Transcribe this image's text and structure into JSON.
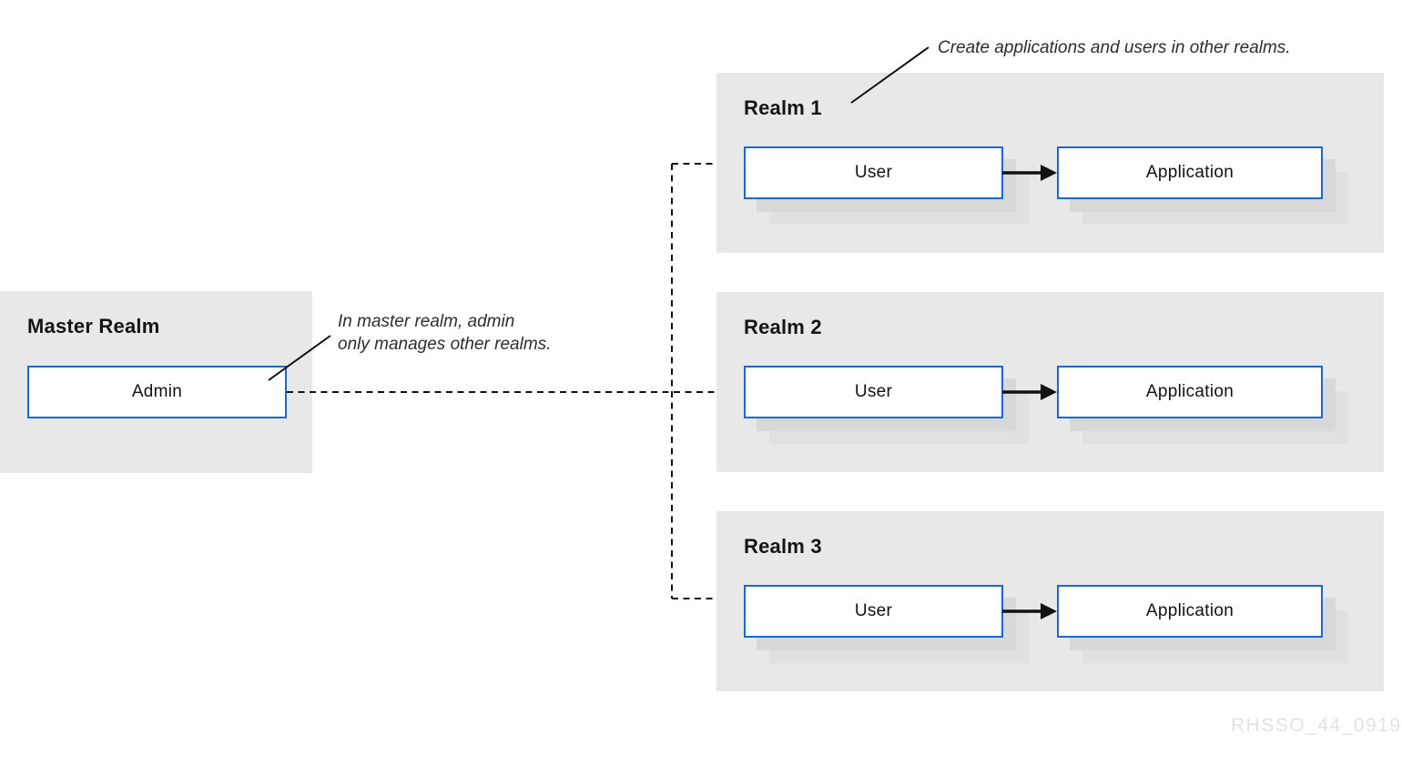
{
  "master": {
    "title": "Master Realm",
    "box_label": "Admin"
  },
  "realms": [
    {
      "title": "Realm 1",
      "user_label": "User",
      "app_label": "Application"
    },
    {
      "title": "Realm 2",
      "user_label": "User",
      "app_label": "Application"
    },
    {
      "title": "Realm 3",
      "user_label": "User",
      "app_label": "Application"
    }
  ],
  "annotations": {
    "top": "Create applications and users in other realms.",
    "master_line1": "In master realm, admin",
    "master_line2": "only manages other realms."
  },
  "watermark": "RHSSO_44_0919",
  "colors": {
    "accent_blue": "#1b66d8",
    "panel_gray": "#e8e8e8",
    "shadow_gray": "#d8d8d8",
    "connector_black": "#111111",
    "annotation_text": "#2d2d2d",
    "watermark_gray": "#e2e2e2"
  }
}
